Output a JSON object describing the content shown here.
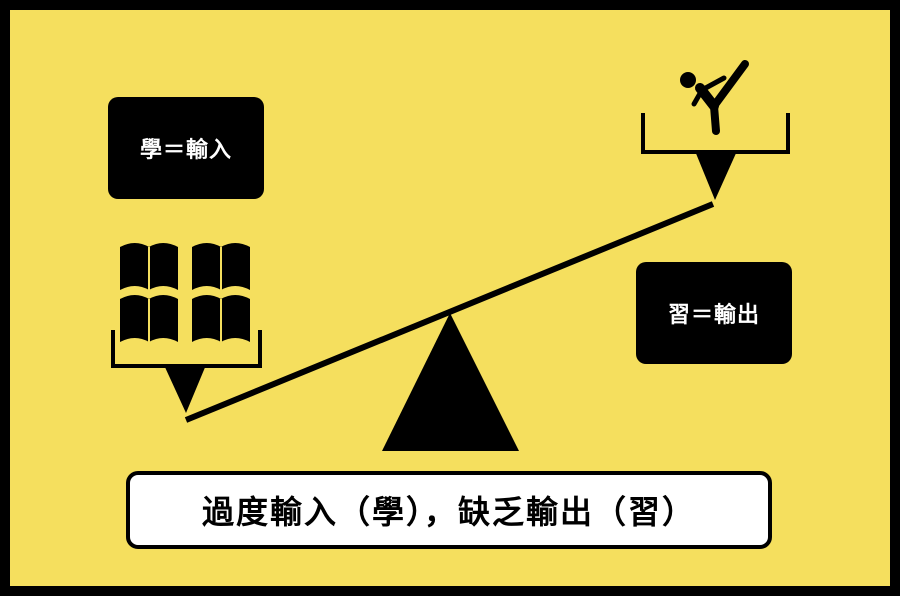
{
  "colors": {
    "background": "#f5df5e",
    "ink": "#000000",
    "caption_bg": "#ffffff"
  },
  "learn_box": {
    "label": "學＝輸入"
  },
  "practice_box": {
    "label": "習＝輸出"
  },
  "caption": {
    "text": "過度輸入（學），缺乏輸出（習）"
  },
  "icons": {
    "left_pan": "stacked-books-icon",
    "right_pan": "kicking-person-icon"
  }
}
